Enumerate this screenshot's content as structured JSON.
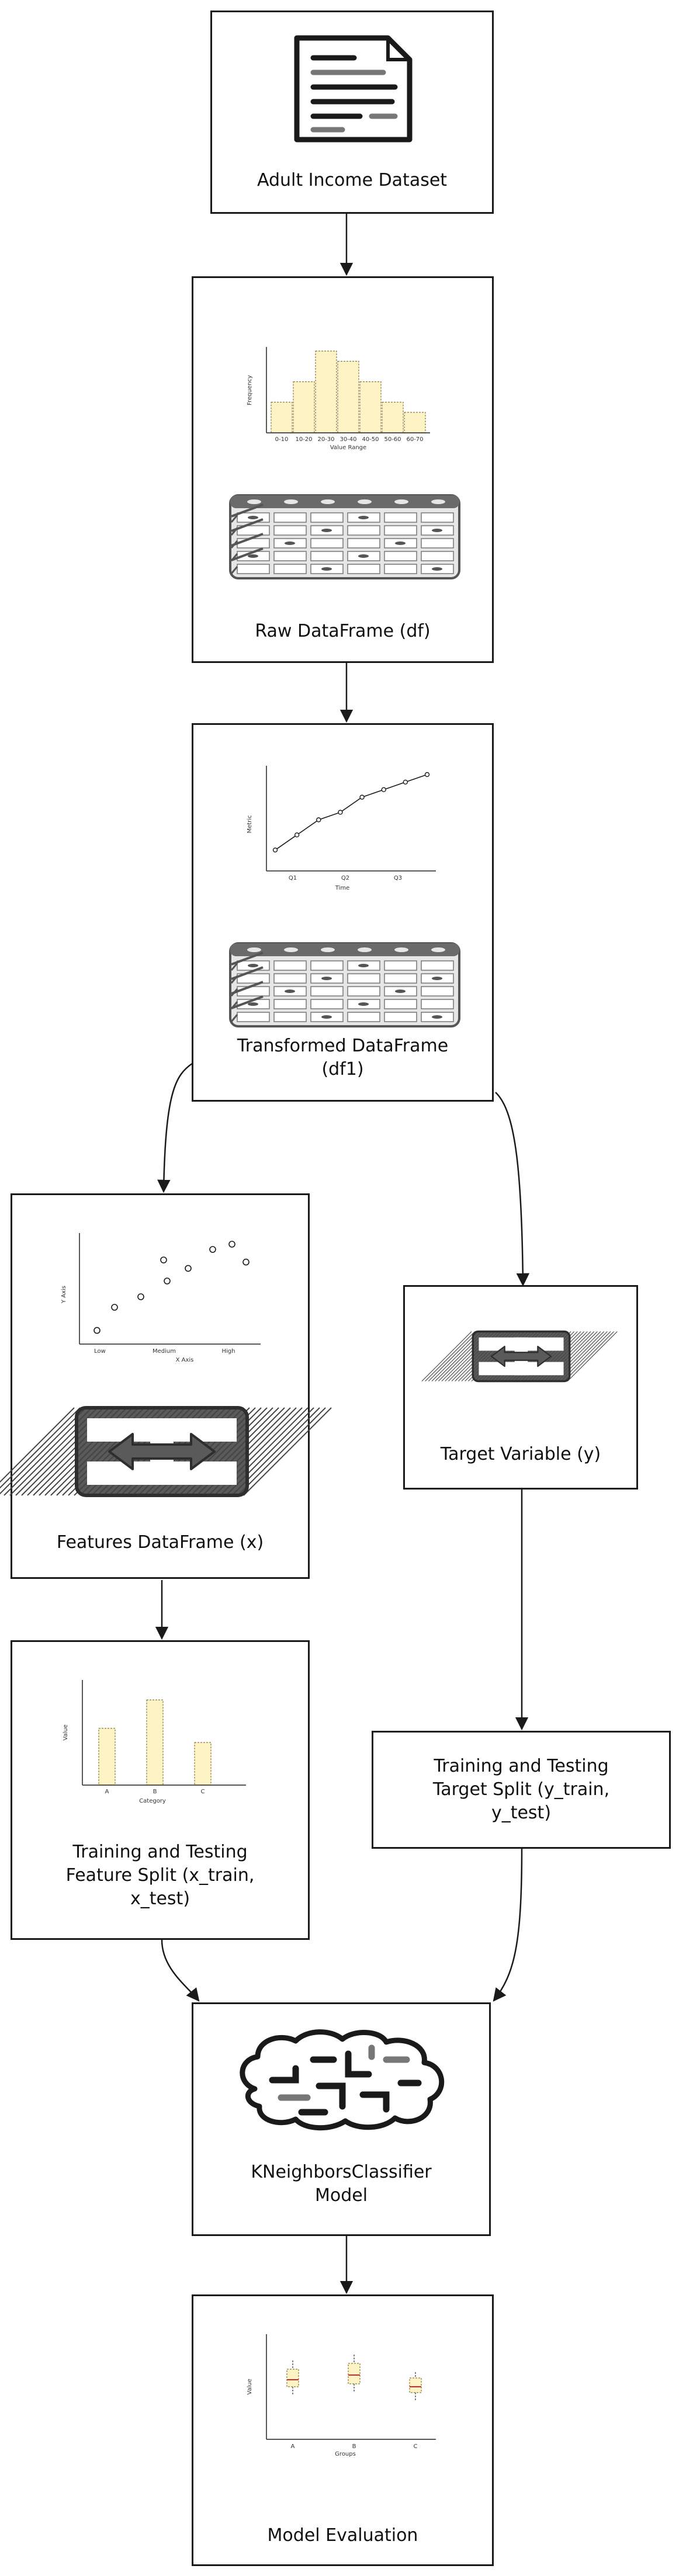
{
  "nodes": {
    "dataset": {
      "label": "Adult Income Dataset",
      "icon": "document-icon"
    },
    "raw_df": {
      "label": "Raw DataFrame (df)",
      "icon": "table-icon",
      "chart": {
        "type": "bar",
        "xlabel": "Value Range",
        "ylabel": "Frequency",
        "categories": [
          "0-10",
          "10-20",
          "20-30",
          "30-40",
          "40-50",
          "50-60",
          "60-70"
        ],
        "values": [
          3,
          5,
          8,
          7,
          5,
          3,
          2
        ]
      }
    },
    "transformed_df": {
      "label": "Transformed DataFrame (df1)",
      "icon": "table-icon",
      "chart": {
        "type": "line",
        "xlabel": "Time",
        "ylabel": "Metric",
        "ticks": [
          "Q1",
          "Q2",
          "Q3"
        ],
        "values": [
          1,
          2,
          3,
          3.5,
          4.5,
          5,
          5.5,
          6
        ]
      }
    },
    "features_df": {
      "label": "Features DataFrame (x)",
      "icon": "swap-arrows-icon",
      "chart": {
        "type": "scatter",
        "xlabel": "X Axis",
        "ylabel": "Y Axis",
        "ticks": [
          "Low",
          "Medium",
          "High"
        ]
      }
    },
    "target": {
      "label": "Target Variable (y)",
      "icon": "swap-arrows-icon"
    },
    "feature_split": {
      "label": "Training and Testing Feature Split (x_train, x_test)",
      "chart": {
        "type": "bar",
        "xlabel": "Category",
        "ylabel": "Value",
        "categories": [
          "A",
          "B",
          "C"
        ],
        "values": [
          4,
          6,
          3
        ]
      }
    },
    "target_split": {
      "label": "Training and Testing Target Split (y_train, y_test)"
    },
    "model": {
      "label": "KNeighborsClassifier Model",
      "icon": "brain-icon"
    },
    "evaluation": {
      "label": "Model Evaluation",
      "chart": {
        "type": "box",
        "xlabel": "Groups",
        "ylabel": "Value",
        "categories": [
          "A",
          "B",
          "C"
        ]
      }
    }
  },
  "colors": {
    "bar_fill": "#fdf3c4",
    "bar_stroke": "#8a7a3a",
    "icon": "#5a5a5a",
    "median": "#d62728",
    "line": "#1a1a1a"
  }
}
